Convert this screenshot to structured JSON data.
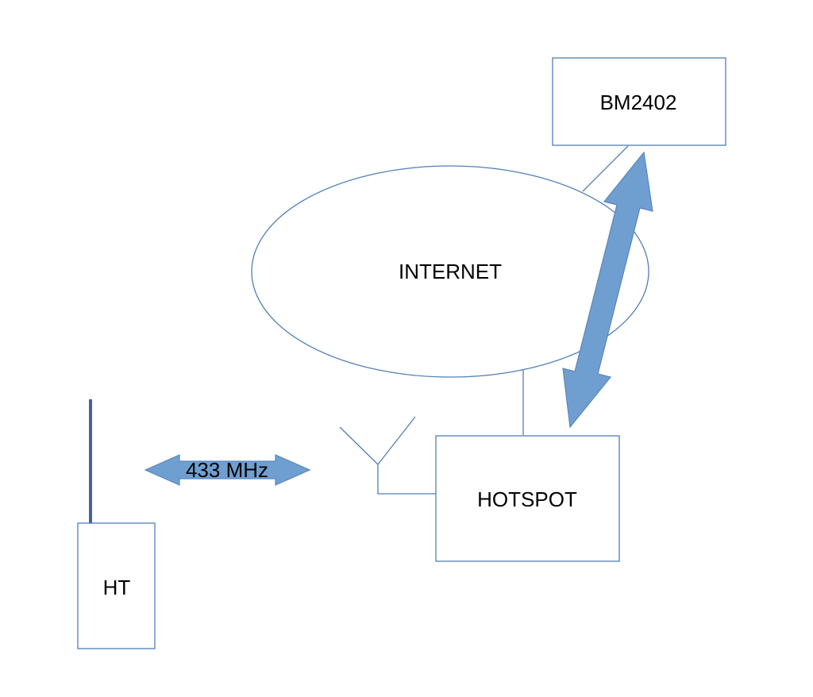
{
  "nodes": {
    "bm": {
      "label": "BM2402"
    },
    "internet": {
      "label": "INTERNET"
    },
    "hotspot": {
      "label": "HOTSPOT"
    },
    "ht": {
      "label": "HT"
    }
  },
  "links": {
    "radio": {
      "label": "433 MHz"
    }
  },
  "colors": {
    "stroke": "#4f7fb8",
    "arrow_fill": "#6f9fd0",
    "arrow_stroke": "#5a86bd",
    "ht_antenna": "#3f63a3",
    "text": "#000000"
  }
}
